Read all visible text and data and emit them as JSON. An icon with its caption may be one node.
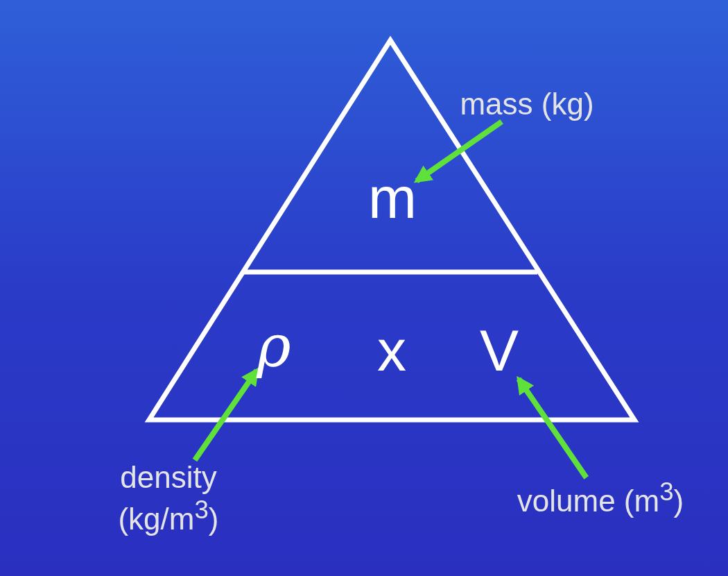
{
  "diagram": {
    "nodes": [
      {
        "text": [
          "mass (kg)"
        ]
      },
      {
        "text": [
          "m"
        ]
      },
      {
        "text": [
          "ρ"
        ]
      },
      {
        "text": [
          "V"
        ]
      },
      {
        "text": [
          "density (kg/m$^{3}$)"
        ]
      },
      {
        "text": [
          "volume (m$^{3}$)"
        ]
      }
    ],
    "edges": [
      {
        "from": 0,
        "to": 1,
        "arrow": "to"
      },
      {
        "from": 4,
        "to": 2,
        "arrow": "to"
      },
      {
        "from": 5,
        "to": 3,
        "arrow": "to"
      }
    ],
    "labels": [
      "x"
    ]
  }
}
